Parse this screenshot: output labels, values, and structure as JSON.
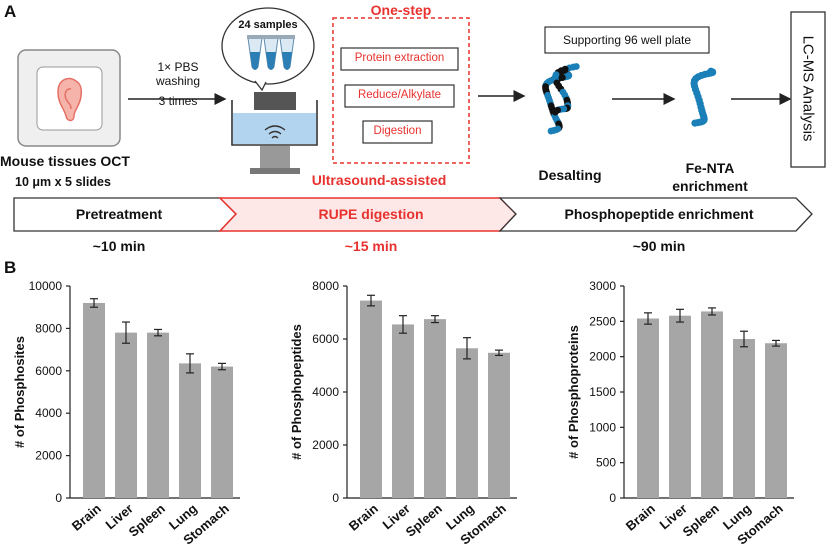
{
  "panel_a": {
    "label": "A",
    "tissue": {
      "name": "Mouse tissues OCT",
      "slides": "10 μm x 5 slides"
    },
    "wash": {
      "line1": "1× PBS",
      "line2": "washing",
      "line3": "3 times"
    },
    "samples_bubble": "24 samples",
    "onestep": {
      "title": "One-step",
      "steps": [
        "Protein extraction",
        "Reduce/Alkylate",
        "Digestion"
      ],
      "caption": "Ultrasound-assisted"
    },
    "desalting": {
      "note": "Supporting 96 well plate",
      "label": "Desalting"
    },
    "enrichment": {
      "line1": "Fe-NTA",
      "line2": "enrichment"
    },
    "lcms": "LC-MS Analysis",
    "workflow": [
      {
        "label": "Pretreatment",
        "time": "~10 min",
        "highlight": false
      },
      {
        "label": "RUPE digestion",
        "time": "~15 min",
        "highlight": true
      },
      {
        "label": "Phosphopeptide enrichment",
        "time": "~90 min",
        "highlight": false
      }
    ],
    "colors": {
      "accent": "#e8322f",
      "bead_blue": "#1b7fb8",
      "bead_black": "#111111",
      "bar_gray": "#a6a6a6"
    }
  },
  "panel_b": {
    "label": "B"
  },
  "chart_data": [
    {
      "type": "bar",
      "ylabel": "# of Phosphosites",
      "categories": [
        "Brain",
        "Liver",
        "Spleen",
        "Lung",
        "Stomach"
      ],
      "values": [
        9200,
        7800,
        7800,
        6350,
        6200
      ],
      "errors": [
        200,
        500,
        150,
        450,
        150
      ],
      "ylim": [
        0,
        10000
      ],
      "yticks": [
        "0",
        "2000",
        "4000",
        "6000",
        "8000",
        "10000"
      ]
    },
    {
      "type": "bar",
      "ylabel": "# of Phosphopeptides",
      "categories": [
        "Brain",
        "Liver",
        "Spleen",
        "Lung",
        "Stomach"
      ],
      "values": [
        7450,
        6550,
        6750,
        5650,
        5480
      ],
      "errors": [
        200,
        330,
        130,
        400,
        100
      ],
      "ylim": [
        0,
        8000
      ],
      "yticks": [
        "0",
        "2000",
        "4000",
        "6000",
        "8000"
      ]
    },
    {
      "type": "bar",
      "ylabel": "# of Phosphoproteins",
      "categories": [
        "Brain",
        "Liver",
        "Spleen",
        "Lung",
        "Stomach"
      ],
      "values": [
        2540,
        2580,
        2640,
        2250,
        2190
      ],
      "errors": [
        80,
        90,
        50,
        110,
        40
      ],
      "ylim": [
        0,
        3000
      ],
      "yticks": [
        "0",
        "500",
        "1000",
        "1500",
        "2000",
        "2500",
        "3000"
      ]
    }
  ]
}
